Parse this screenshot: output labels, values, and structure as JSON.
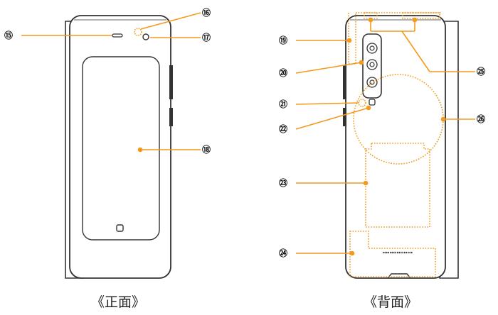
{
  "colors": {
    "line": "#333333",
    "accent": "#f39a1e",
    "background": "#ffffff"
  },
  "front_view": {
    "caption": "《正面》",
    "callouts": [
      {
        "id": "earpiece",
        "number": "⑮"
      },
      {
        "id": "front-camera-light-sensor",
        "number": "⑯"
      },
      {
        "id": "front-camera",
        "number": "⑰"
      },
      {
        "id": "cover-display",
        "number": "⑱"
      }
    ]
  },
  "back_view": {
    "caption": "《背面》",
    "callouts": [
      {
        "id": "antenna-left",
        "number": "⑲"
      },
      {
        "id": "rear-camera",
        "number": "⑳"
      },
      {
        "id": "flash-mic",
        "number": "㉑"
      },
      {
        "id": "flash",
        "number": "㉒"
      },
      {
        "id": "nfc-area",
        "number": "㉓"
      },
      {
        "id": "antenna-bottom",
        "number": "㉔"
      },
      {
        "id": "antenna-top",
        "number": "㉕"
      },
      {
        "id": "wireless-charging-area",
        "number": "㉖"
      }
    ]
  }
}
